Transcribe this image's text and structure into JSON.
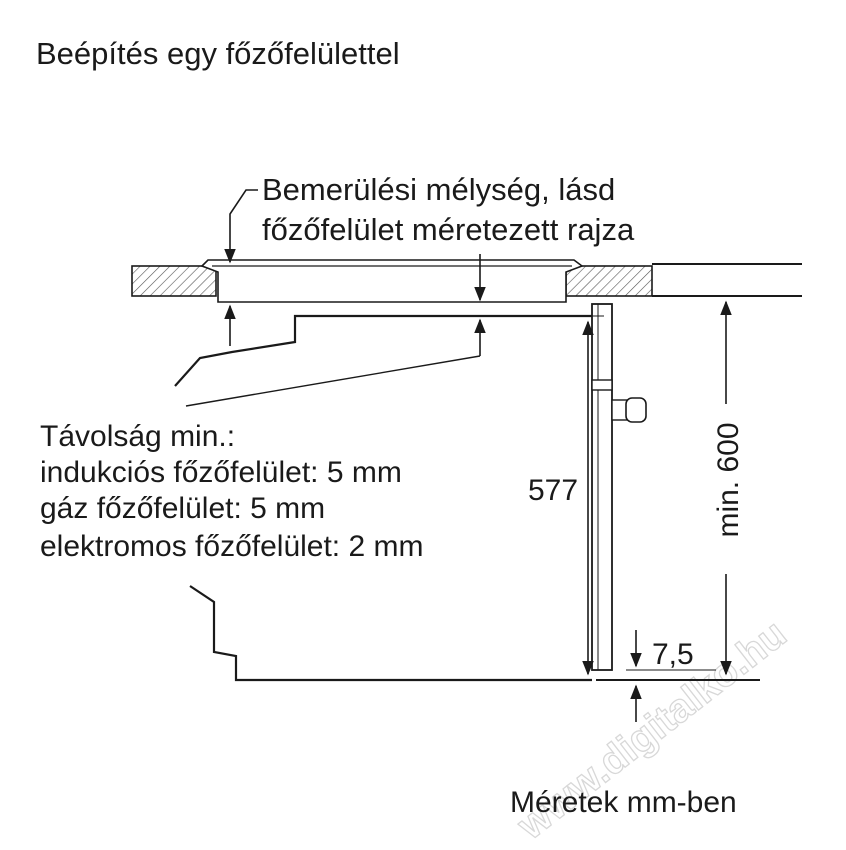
{
  "title": "Beépítés egy főzőfelülettel",
  "depth_note": {
    "line1": "Bemerülési mélység, lásd",
    "line2": "főzőfelület méretezett rajza"
  },
  "distance_note": {
    "heading": "Távolság min.:",
    "lines": [
      "indukciós főzőfelület: 5 mm",
      "gáz főzőfelület: 5 mm",
      "elektromos főzőfelület: 2 mm"
    ]
  },
  "dimensions": {
    "height": "577",
    "niche_min": "min. 600",
    "gap": "7,5"
  },
  "units_note": "Méretek mm-ben",
  "watermark": "www.digitalko.hu"
}
